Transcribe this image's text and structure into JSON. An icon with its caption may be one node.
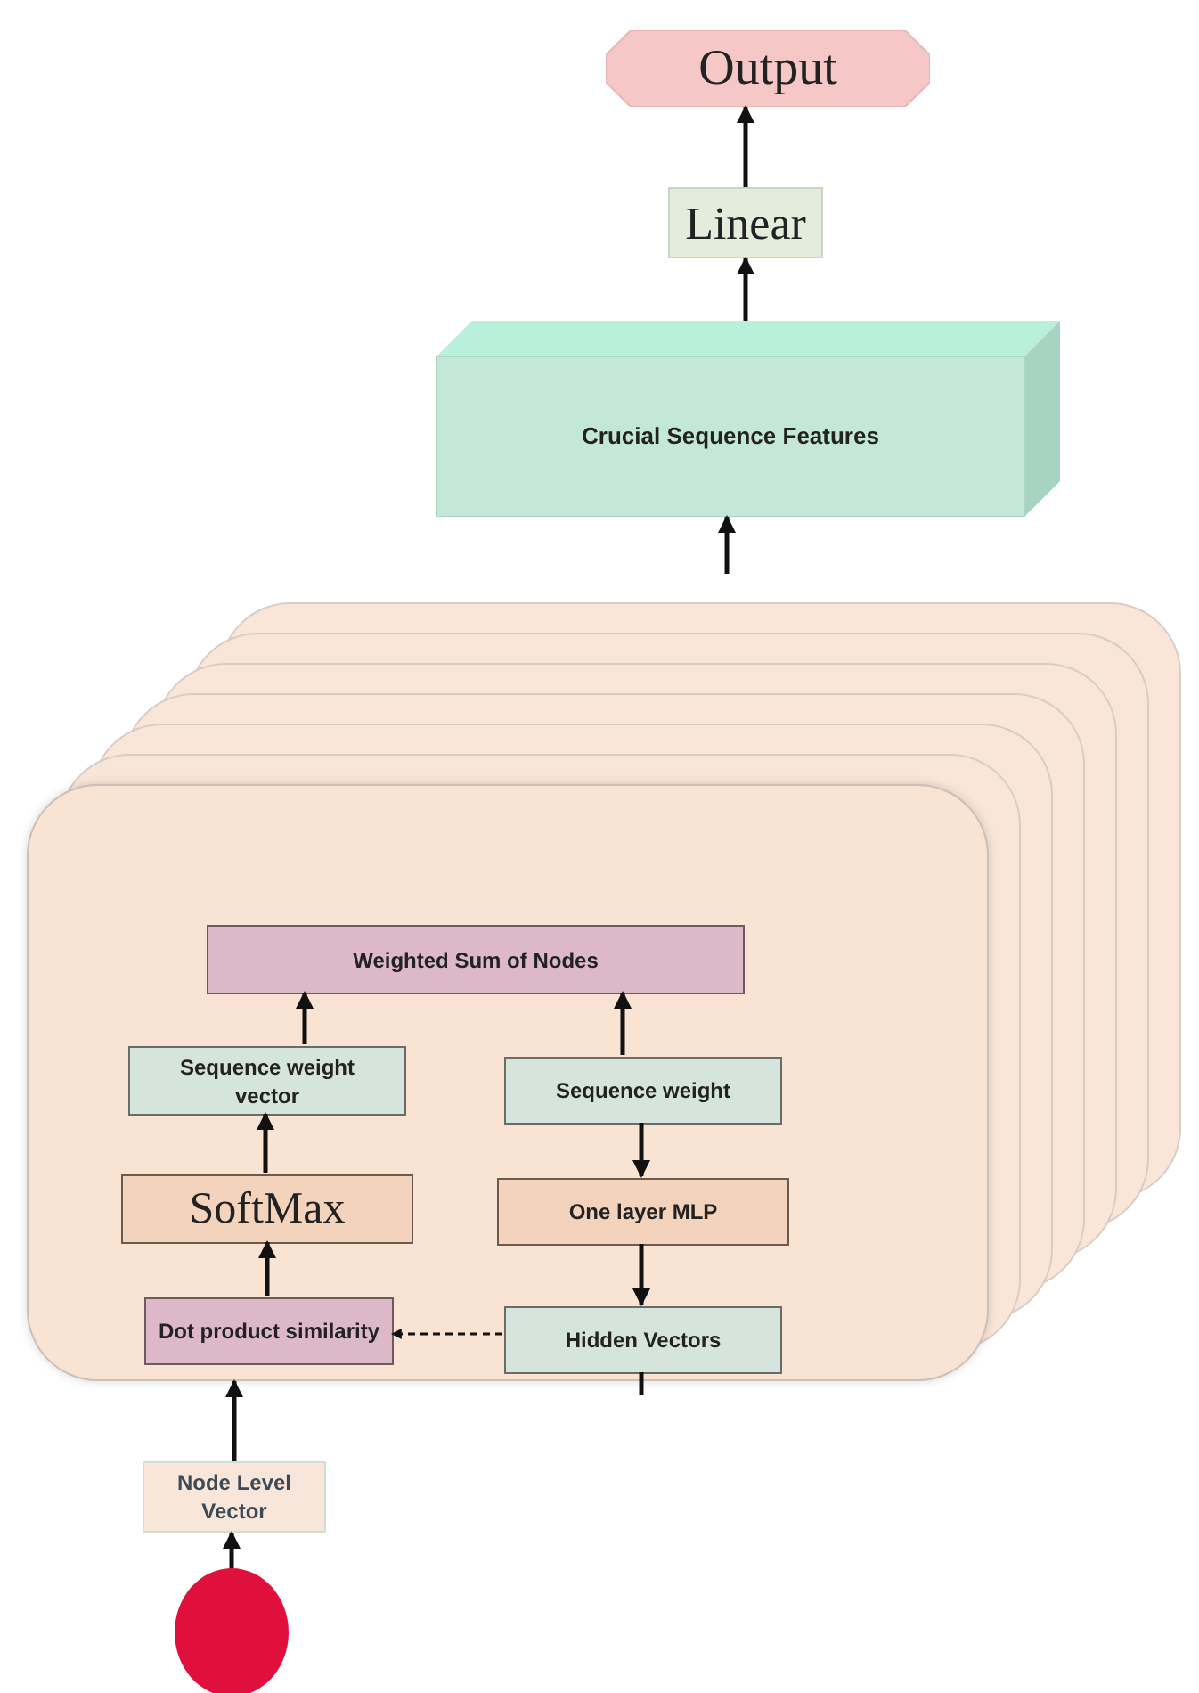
{
  "diagram": {
    "nodes": [
      {
        "text": [
          "Output"
        ]
      },
      {
        "text": [
          "Linear"
        ]
      },
      {
        "text": [
          "Crucial Sequence Features"
        ]
      },
      {
        "text": [],
        "shape": "box"
      },
      {
        "text": [
          "Weighted Sum of Nodes"
        ],
        "in": 3
      },
      {
        "text": [
          "Sequence weight vector"
        ],
        "in": 3
      },
      {
        "text": [
          "Sequence weight"
        ],
        "in": 3
      },
      {
        "text": [
          "SoftMax"
        ],
        "in": 3
      },
      {
        "text": [
          "One layer MLP"
        ],
        "in": 3
      },
      {
        "text": [
          "Dot product similarity"
        ],
        "in": 3
      },
      {
        "text": [
          "Hidden Vectors"
        ],
        "in": 3
      },
      {
        "text": [
          "Node Level Vector"
        ]
      },
      {
        "text": [],
        "shape": "circle"
      }
    ],
    "edges": [
      {
        "from": 12,
        "to": 11,
        "arrow": "to"
      },
      {
        "from": 11,
        "to": 3,
        "arrow": "to"
      },
      {
        "from": 9,
        "to": 7,
        "arrow": "to"
      },
      {
        "from": 7,
        "to": 5,
        "arrow": "to"
      },
      {
        "from": 5,
        "to": 4,
        "arrow": "to"
      },
      {
        "from": 6,
        "to": 4,
        "arrow": "to"
      },
      {
        "from": 6,
        "to": 8,
        "arrow": "to"
      },
      {
        "from": 8,
        "to": 10,
        "arrow": "to"
      },
      {
        "from": 10,
        "to": 9,
        "arrow": "to",
        "style": "dashed"
      },
      {
        "from": 10,
        "to": null,
        "arrow": "none"
      },
      {
        "from": null,
        "to": 2,
        "arrow": "to"
      },
      {
        "from": 2,
        "to": 1,
        "arrow": "to"
      },
      {
        "from": 1,
        "to": 0,
        "arrow": "to"
      }
    ]
  }
}
